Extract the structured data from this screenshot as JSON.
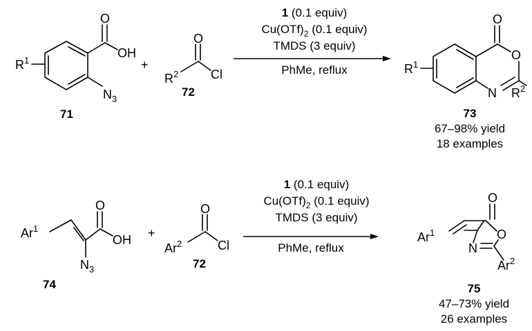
{
  "scheme1": {
    "reactant1": {
      "r_label": "R",
      "r_sup": "1",
      "cooh_o": "O",
      "cooh_oh": "OH",
      "n3": "N",
      "n3_sub": "3",
      "number": "71"
    },
    "plus": "+",
    "reactant2": {
      "r_label": "R",
      "r_sup": "2",
      "o": "O",
      "cl": "Cl",
      "number": "72"
    },
    "conditions_above": [
      {
        "bold": "1",
        "rest": " (0.1 equiv)"
      },
      {
        "pre": "Cu(OTf)",
        "sub": "2",
        "post": " (0.1 equiv)"
      },
      {
        "text": "TMDS (3 equiv)"
      }
    ],
    "conditions_below": "PhMe, reflux",
    "product": {
      "r1": "R",
      "r1_sup": "1",
      "o_carbonyl": "O",
      "o_ring": "O",
      "n": "N",
      "r2": "R",
      "r2_sup": "2",
      "number": "73",
      "yield": "67–98% yield",
      "examples": "18 examples"
    }
  },
  "scheme2": {
    "reactant1": {
      "ar": "Ar",
      "ar_sup": "1",
      "cooh_o": "O",
      "cooh_oh": "OH",
      "n3": "N",
      "n3_sub": "3",
      "number": "74"
    },
    "plus": "+",
    "reactant2": {
      "ar": "Ar",
      "ar_sup": "2",
      "o": "O",
      "cl": "Cl",
      "number": "72"
    },
    "conditions_above": [
      {
        "bold": "1",
        "rest": " (0.1 equiv)"
      },
      {
        "pre": "Cu(OTf)",
        "sub": "2",
        "post": " (0.1 equiv)"
      },
      {
        "text": "TMDS (3 equiv)"
      }
    ],
    "conditions_below": "PhMe, reflux",
    "product": {
      "ar1": "Ar",
      "ar1_sup": "1",
      "o_carbonyl": "O",
      "o_ring": "O",
      "n": "N",
      "ar2": "Ar",
      "ar2_sup": "2",
      "number": "75",
      "yield": "47–73% yield",
      "examples": "26 examples"
    }
  }
}
